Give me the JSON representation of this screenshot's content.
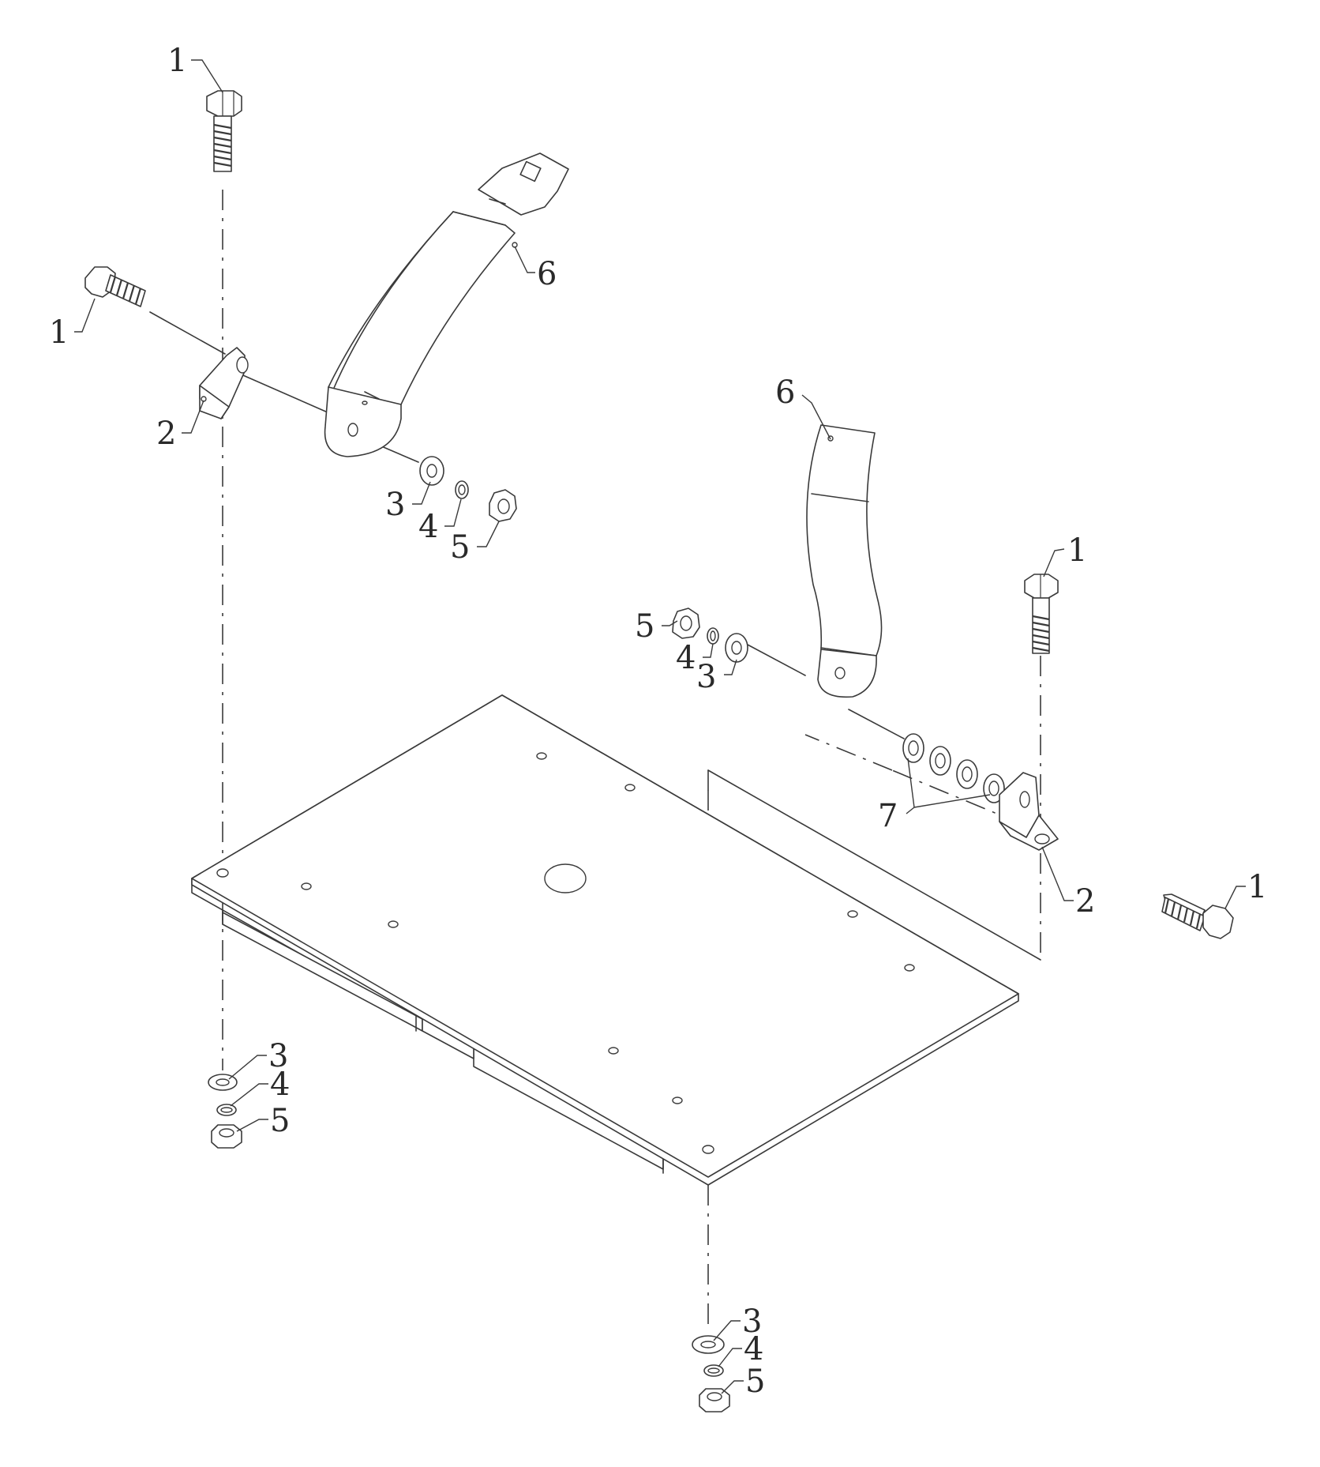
{
  "callouts": {
    "bolt_top_left": "1",
    "bolt_upper_left": "1",
    "bracket_left": "2",
    "strap_left": "6",
    "washer_left": "3",
    "lockwasher_left": "4",
    "nut_left": "5",
    "strap_right": "6",
    "bolt_right_top": "1",
    "nut_right": "5",
    "lockwasher_right": "4",
    "washer_right": "3",
    "shims_right": "7",
    "bracket_right": "2",
    "bolt_right_lower": "1",
    "washer_bottom_left": "3",
    "lockwasher_bottom_left": "4",
    "nut_bottom_left": "5",
    "washer_bottom_center": "3",
    "lockwasher_bottom_center": "4",
    "nut_bottom_center": "5"
  }
}
